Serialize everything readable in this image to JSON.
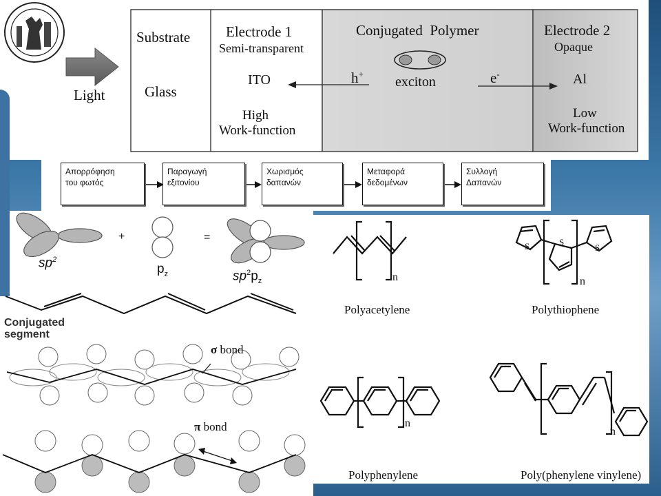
{
  "device": {
    "light": "Light",
    "substrate": {
      "title": "Substrate",
      "material": "Glass"
    },
    "electrode1": {
      "title": "Electrode 1",
      "subtitle": "Semi-transparent",
      "material": "ITO",
      "wf_line1": "High",
      "wf_line2": "Work-function"
    },
    "polymer": {
      "title": "Conjugated  Polymer",
      "hole": "h",
      "hole_sup": "+",
      "exciton": "exciton",
      "electron": "e",
      "electron_sup": "-"
    },
    "electrode2": {
      "title": "Electrode 2",
      "subtitle": "Opaque",
      "material": "Al",
      "wf_line1": "Low",
      "wf_line2": "Work-function"
    }
  },
  "process_flow": {
    "steps": [
      {
        "line1": "Απορρόφηση",
        "line2": "του φωτός"
      },
      {
        "line1": "Παραγωγή",
        "line2": "εξιτονίου"
      },
      {
        "line1": "Χωρισμός",
        "line2": "δαπανών"
      },
      {
        "line1": "Μεταφορά",
        "line2": "δεδομένων"
      },
      {
        "line1": "Συλλογή",
        "line2": "Δαπανών"
      }
    ]
  },
  "orbitals": {
    "plus": "+",
    "equals": "=",
    "sp2": "sp",
    "sp2_sup": "2",
    "pz": "p",
    "pz_sub": "z",
    "sp2pz": "sp",
    "sp2pz_sup": "2",
    "sp2pz_p": "p",
    "sp2pz_sub": "z",
    "segment_line1": "Conjugated",
    "segment_line2": "segment",
    "sigma_symbol": "σ",
    "sigma_text": " bond",
    "pi_symbol": "π",
    "pi_text": " bond"
  },
  "polymers": {
    "polyacetylene": "Polyacetylene",
    "polythiophene": "Polythiophene",
    "polyphenylene": "Polyphenylene",
    "ppv": "Poly(phenylene vinylene)",
    "repeat_n": "n",
    "sulfur": "S"
  }
}
